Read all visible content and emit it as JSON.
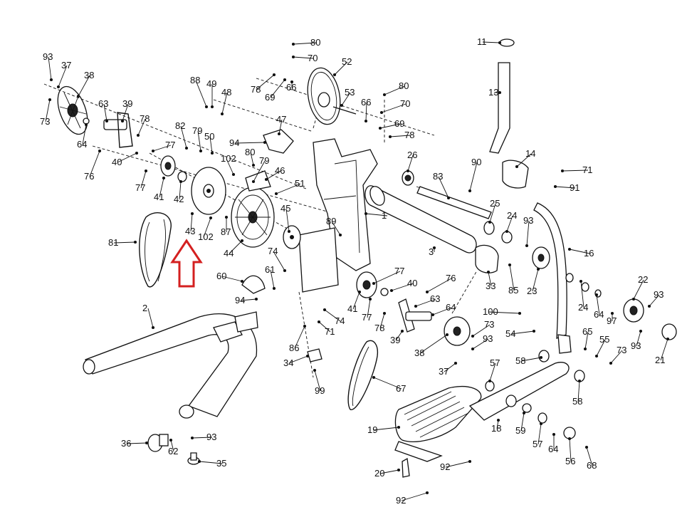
{
  "diagram": {
    "callouts": [
      {
        "id": "c93a",
        "text": "93"
      },
      {
        "id": "c37a",
        "text": "37"
      },
      {
        "id": "c38a",
        "text": "38"
      },
      {
        "id": "c63a",
        "text": "63"
      },
      {
        "id": "c39a",
        "text": "39"
      },
      {
        "id": "c73a",
        "text": "73"
      },
      {
        "id": "c78a",
        "text": "78"
      },
      {
        "id": "c64a",
        "text": "64"
      },
      {
        "id": "c76a",
        "text": "76"
      },
      {
        "id": "c40a",
        "text": "40"
      },
      {
        "id": "c77a",
        "text": "77"
      },
      {
        "id": "c77b",
        "text": "77"
      },
      {
        "id": "c41a",
        "text": "41"
      },
      {
        "id": "c42",
        "text": "42"
      },
      {
        "id": "c88",
        "text": "88"
      },
      {
        "id": "c49",
        "text": "49"
      },
      {
        "id": "c48",
        "text": "48"
      },
      {
        "id": "c82",
        "text": "82"
      },
      {
        "id": "c79a",
        "text": "79"
      },
      {
        "id": "c50",
        "text": "50"
      },
      {
        "id": "c102a",
        "text": "102"
      },
      {
        "id": "c80a",
        "text": "80"
      },
      {
        "id": "c79b",
        "text": "79"
      },
      {
        "id": "c46",
        "text": "46"
      },
      {
        "id": "c51",
        "text": "51"
      },
      {
        "id": "c94a",
        "text": "94"
      },
      {
        "id": "c47",
        "text": "47"
      },
      {
        "id": "c78b",
        "text": "78"
      },
      {
        "id": "c69a",
        "text": "69"
      },
      {
        "id": "c66a",
        "text": "66"
      },
      {
        "id": "c80b",
        "text": "80"
      },
      {
        "id": "c70a",
        "text": "70"
      },
      {
        "id": "c52",
        "text": "52"
      },
      {
        "id": "c53",
        "text": "53"
      },
      {
        "id": "c80c",
        "text": "80"
      },
      {
        "id": "c66b",
        "text": "66"
      },
      {
        "id": "c70b",
        "text": "70"
      },
      {
        "id": "c69b",
        "text": "69"
      },
      {
        "id": "c78c",
        "text": "78"
      },
      {
        "id": "c11",
        "text": "11"
      },
      {
        "id": "c13",
        "text": "13"
      },
      {
        "id": "c14",
        "text": "14"
      },
      {
        "id": "c71a",
        "text": "71"
      },
      {
        "id": "c91",
        "text": "91"
      },
      {
        "id": "c26",
        "text": "26"
      },
      {
        "id": "c83",
        "text": "83"
      },
      {
        "id": "c90",
        "text": "90"
      },
      {
        "id": "c25",
        "text": "25"
      },
      {
        "id": "c24a",
        "text": "24"
      },
      {
        "id": "c93b",
        "text": "93"
      },
      {
        "id": "c16",
        "text": "16"
      },
      {
        "id": "c1",
        "text": "1"
      },
      {
        "id": "c89",
        "text": "89"
      },
      {
        "id": "c3",
        "text": "3"
      },
      {
        "id": "c43",
        "text": "43"
      },
      {
        "id": "c87",
        "text": "87"
      },
      {
        "id": "c102b",
        "text": "102"
      },
      {
        "id": "c44",
        "text": "44"
      },
      {
        "id": "c45",
        "text": "45"
      },
      {
        "id": "c81",
        "text": "81"
      },
      {
        "id": "c74a",
        "text": "74"
      },
      {
        "id": "c60",
        "text": "60"
      },
      {
        "id": "c61",
        "text": "61"
      },
      {
        "id": "c94b",
        "text": "94"
      },
      {
        "id": "c33",
        "text": "33"
      },
      {
        "id": "c85",
        "text": "85"
      },
      {
        "id": "c23",
        "text": "23"
      },
      {
        "id": "c22",
        "text": "22"
      },
      {
        "id": "c93c",
        "text": "93"
      },
      {
        "id": "c24b",
        "text": "24"
      },
      {
        "id": "c64b",
        "text": "64"
      },
      {
        "id": "c97",
        "text": "97"
      },
      {
        "id": "c77c",
        "text": "77"
      },
      {
        "id": "c76b",
        "text": "76"
      },
      {
        "id": "c40b",
        "text": "40"
      },
      {
        "id": "c63b",
        "text": "63"
      },
      {
        "id": "c64c",
        "text": "64"
      },
      {
        "id": "c41b",
        "text": "41"
      },
      {
        "id": "c77d",
        "text": "77"
      },
      {
        "id": "c78d",
        "text": "78"
      },
      {
        "id": "c74b",
        "text": "74"
      },
      {
        "id": "c71b",
        "text": "71"
      },
      {
        "id": "c86",
        "text": "86"
      },
      {
        "id": "c2",
        "text": "2"
      },
      {
        "id": "c100",
        "text": "100"
      },
      {
        "id": "c54",
        "text": "54"
      },
      {
        "id": "c65",
        "text": "65"
      },
      {
        "id": "c55",
        "text": "55"
      },
      {
        "id": "c73b",
        "text": "73"
      },
      {
        "id": "c93d",
        "text": "93"
      },
      {
        "id": "c21",
        "text": "21"
      },
      {
        "id": "c73c",
        "text": "73"
      },
      {
        "id": "c39b",
        "text": "39"
      },
      {
        "id": "c93e",
        "text": "93"
      },
      {
        "id": "c38b",
        "text": "38"
      },
      {
        "id": "c34",
        "text": "34"
      },
      {
        "id": "c37b",
        "text": "37"
      },
      {
        "id": "c57a",
        "text": "57"
      },
      {
        "id": "c58a",
        "text": "58"
      },
      {
        "id": "c58b",
        "text": "58"
      },
      {
        "id": "c99",
        "text": "99"
      },
      {
        "id": "c67",
        "text": "67"
      },
      {
        "id": "c59",
        "text": "59"
      },
      {
        "id": "c57b",
        "text": "57"
      },
      {
        "id": "c64d",
        "text": "64"
      },
      {
        "id": "c56",
        "text": "56"
      },
      {
        "id": "c68",
        "text": "68"
      },
      {
        "id": "c18",
        "text": "18"
      },
      {
        "id": "c19",
        "text": "19"
      },
      {
        "id": "c36",
        "text": "36"
      },
      {
        "id": "c62",
        "text": "62"
      },
      {
        "id": "c93f",
        "text": "93"
      },
      {
        "id": "c35",
        "text": "35"
      },
      {
        "id": "c92a",
        "text": "92"
      },
      {
        "id": "c20",
        "text": "20"
      },
      {
        "id": "c92b",
        "text": "92"
      }
    ],
    "highlight": {
      "color": "#d42020",
      "points_to": "43"
    }
  }
}
